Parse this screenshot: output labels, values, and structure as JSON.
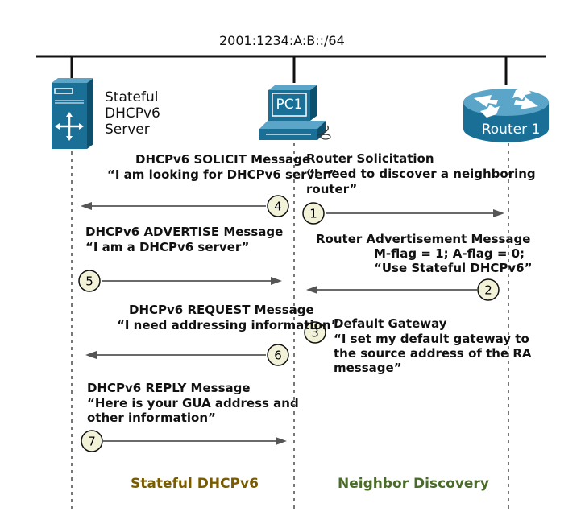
{
  "network": {
    "prefix": "2001:1234:A:B::/64"
  },
  "devices": {
    "server": {
      "label_lines": [
        "Stateful",
        "DHCPv6",
        "Server"
      ],
      "icon": "server-icon"
    },
    "pc": {
      "label": "PC1",
      "icon": "pc-icon"
    },
    "router": {
      "label": "Router 1",
      "icon": "router-icon"
    }
  },
  "messages": [
    {
      "step": "1",
      "title": "Router Solicitation",
      "lines": [
        "“I need to discover a neighboring",
        "router”"
      ]
    },
    {
      "step": "2",
      "title": "Router Advertisement Message",
      "lines": [
        "M-flag = 1; A-flag = 0;",
        "“Use Stateful DHCPv6”"
      ]
    },
    {
      "step": "3",
      "title": "Default Gateway",
      "lines": [
        "“I set my default gateway to",
        "the source address of the RA",
        "message”"
      ]
    },
    {
      "step": "4",
      "title": "DHCPv6 SOLICIT Message",
      "lines": [
        "“I am looking for DHCPv6 server”"
      ]
    },
    {
      "step": "5",
      "title": "DHCPv6 ADVERTISE Message",
      "lines": [
        "“I am a DHCPv6 server”"
      ]
    },
    {
      "step": "6",
      "title": "DHCPv6 REQUEST Message",
      "lines": [
        "“I need addressing information”"
      ]
    },
    {
      "step": "7",
      "title": "DHCPv6 REPLY Message",
      "lines": [
        "“Here is your GUA address and",
        "other information”"
      ]
    }
  ],
  "sections": {
    "dhcp": {
      "label": "Stateful DHCPv6",
      "color": "#7a5c00"
    },
    "nd": {
      "label": "Neighbor Discovery",
      "color": "#4a6b2a"
    }
  },
  "colors": {
    "device": "#1a6f96",
    "step_fill": "#f2f2d8",
    "arrow": "#555555"
  }
}
